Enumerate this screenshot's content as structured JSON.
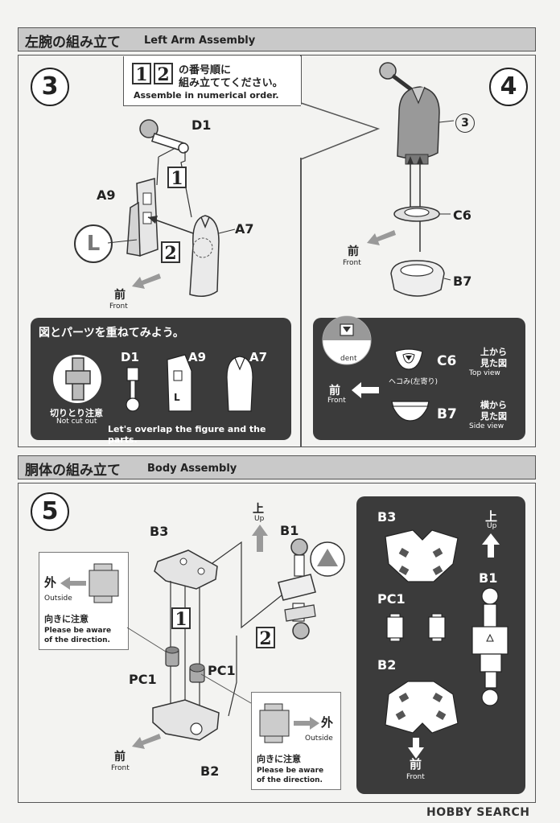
{
  "left_arm": {
    "title_jp": "左腕の組み立て",
    "title_en": "Left Arm Assembly",
    "step3": {
      "number": "3",
      "order_box_1": "1",
      "order_box_2": "2",
      "order_jp_line1": "の番号順に",
      "order_jp_line2": "組み立ててください。",
      "order_en": "Assemble in numerical order.",
      "part_d1": "D1",
      "part_a9": "A9",
      "part_a7": "A7",
      "side_l": "L",
      "seq_1": "1",
      "seq_2": "2",
      "front_jp": "前",
      "front_en": "Front"
    },
    "overlap_panel": {
      "heading": "図とパーツを重ねてみよう。",
      "not_cut_jp": "切りとり注意",
      "not_cut_en": "Not cut out",
      "d1": "D1",
      "a9": "A9",
      "a7": "A7",
      "a9_mark": "L",
      "footer": "Let's overlap the figure and the parts."
    },
    "step4": {
      "number": "4",
      "ref": "3",
      "part_c6": "C6",
      "part_b7": "B7",
      "front_jp": "前",
      "front_en": "Front"
    },
    "c6_panel": {
      "dent": "dent",
      "dent_jp": "ヘコみ(左寄り)",
      "c6": "C6",
      "b7": "B7",
      "top_jp_line1": "上から",
      "top_jp_line2": "見た図",
      "top_en": "Top view",
      "side_jp_line1": "横から",
      "side_jp_line2": "見た図",
      "side_en": "Side view",
      "front_jp": "前",
      "front_en": "Front"
    }
  },
  "body": {
    "title_jp": "胴体の組み立て",
    "title_en": "Body Assembly",
    "step5": {
      "number": "5",
      "part_b3": "B3",
      "part_b1": "B1",
      "part_pc1_left": "PC1",
      "part_pc1_right": "PC1",
      "part_b2": "B2",
      "seq_1": "1",
      "seq_2": "2",
      "up_jp": "上",
      "up_en": "Up",
      "front_jp": "前",
      "front_en": "Front",
      "callout_top": {
        "outside_jp": "外",
        "outside_en": "Outside",
        "note_jp": "向きに注意",
        "note_en_line1": "Please be aware",
        "note_en_line2": "of the direction."
      },
      "callout_bottom": {
        "outside_jp": "外",
        "outside_en": "Outside",
        "note_jp": "向きに注意",
        "note_en_line1": "Please be aware",
        "note_en_line2": "of the direction."
      }
    },
    "parts_panel": {
      "b3": "B3",
      "pc1": "PC1",
      "b2": "B2",
      "b1": "B1",
      "up_jp": "上",
      "up_en": "Up",
      "front_jp": "前",
      "front_en": "Front"
    }
  },
  "watermark": "HOBBY SEARCH"
}
